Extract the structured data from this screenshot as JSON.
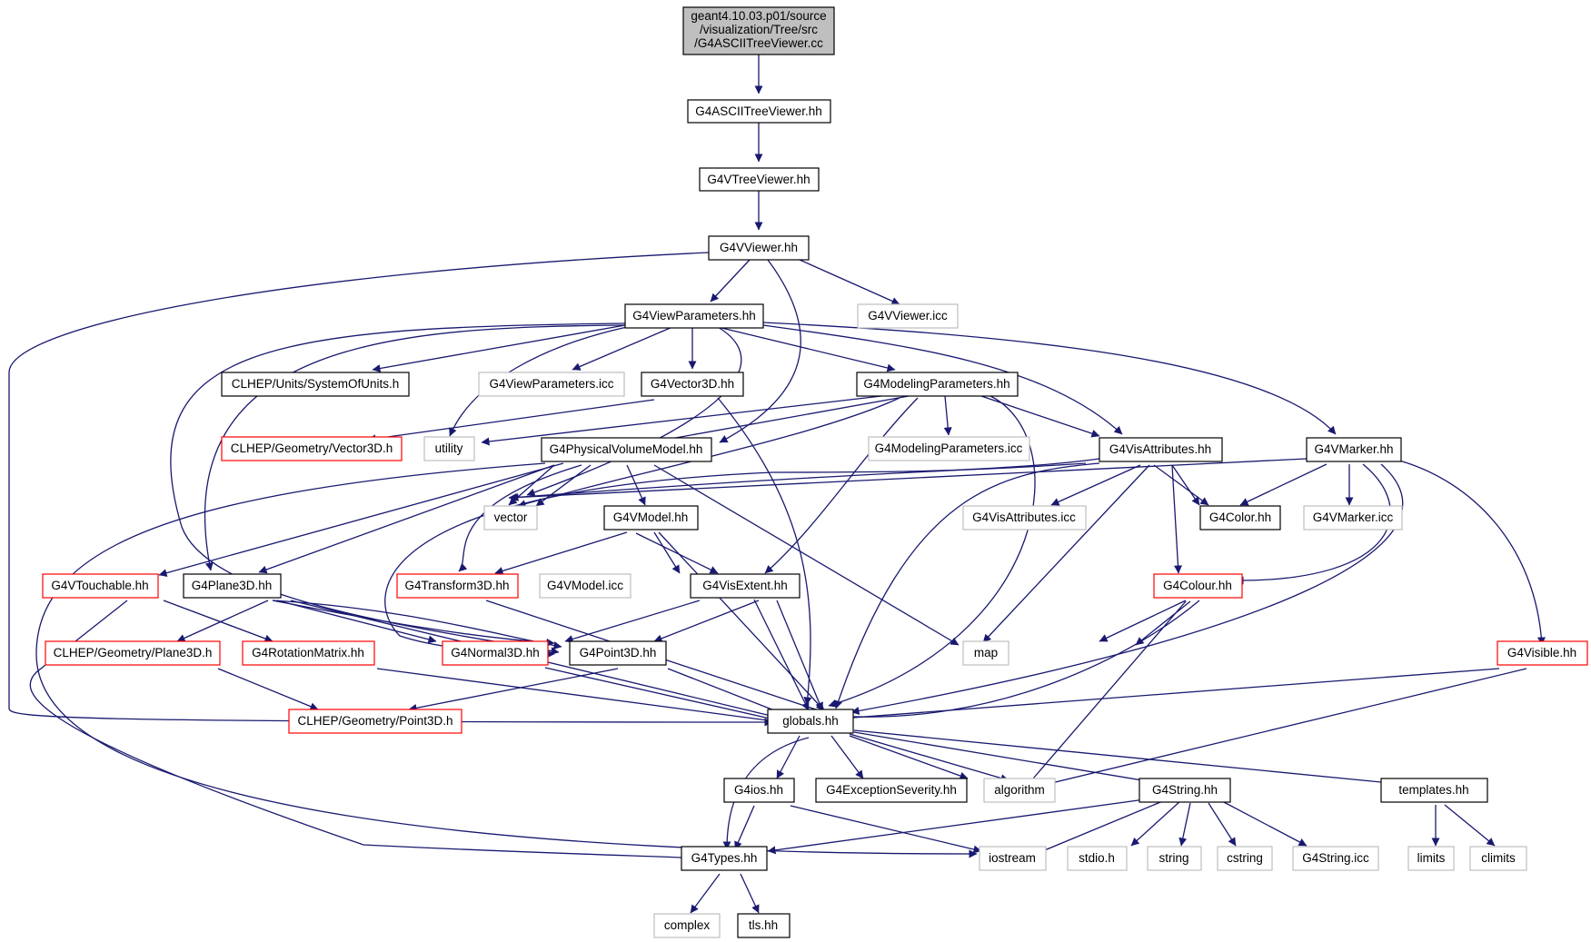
{
  "colors": {
    "edge": "#191970",
    "box_normal": "#000000",
    "box_truncated": "#ff0000",
    "box_external": "#bfbfbf",
    "root_fill": "#bfbfbf",
    "background": "#ffffff",
    "text": "#000000"
  },
  "root": {
    "line1": "geant4.10.03.p01/source",
    "line2": "/visualization/Tree/src",
    "line3": "/G4ASCIITreeViewer.cc"
  },
  "nodes": {
    "asciitreeviewer": "G4ASCIITreeViewer.hh",
    "vtreeviewer": "G4VTreeViewer.hh",
    "vviewer": "G4VViewer.hh",
    "viewparameters": "G4ViewParameters.hh",
    "vviewer_icc": "G4VViewer.icc",
    "systemofunits": "CLHEP/Units/SystemOfUnits.h",
    "viewparameters_icc": "G4ViewParameters.icc",
    "vector3d": "G4Vector3D.hh",
    "modelingparameters": "G4ModelingParameters.hh",
    "clhep_vector3d": "CLHEP/Geometry/Vector3D.h",
    "utility": "utility",
    "physicalvolumemodel": "G4PhysicalVolumeModel.hh",
    "modelingparameters_icc": "G4ModelingParameters.icc",
    "visattributes": "G4VisAttributes.hh",
    "vmarker": "G4VMarker.hh",
    "vector": "vector",
    "vmodel": "G4VModel.hh",
    "visattributes_icc": "G4VisAttributes.icc",
    "color": "G4Color.hh",
    "vmarker_icc": "G4VMarker.icc",
    "vtouchable": "G4VTouchable.hh",
    "plane3d": "G4Plane3D.hh",
    "transform3d": "G4Transform3D.hh",
    "vmodel_icc": "G4VModel.icc",
    "visextent": "G4VisExtent.hh",
    "colour": "G4Colour.hh",
    "clhep_plane3d": "CLHEP/Geometry/Plane3D.h",
    "rotationmatrix": "G4RotationMatrix.hh",
    "normal3d": "G4Normal3D.hh",
    "point3d": "G4Point3D.hh",
    "map": "map",
    "visible": "G4Visible.hh",
    "clhep_point3d": "CLHEP/Geometry/Point3D.h",
    "globals": "globals.hh",
    "g4ios": "G4ios.hh",
    "exceptionseverity": "G4ExceptionSeverity.hh",
    "algorithm": "algorithm",
    "g4string": "G4String.hh",
    "templates": "templates.hh",
    "iostream": "iostream",
    "stdio": "stdio.h",
    "string": "string",
    "cstring": "cstring",
    "g4string_icc": "G4String.icc",
    "limits": "limits",
    "climits": "climits",
    "g4types": "G4Types.hh",
    "complex": "complex",
    "tls": "tls.hh"
  }
}
